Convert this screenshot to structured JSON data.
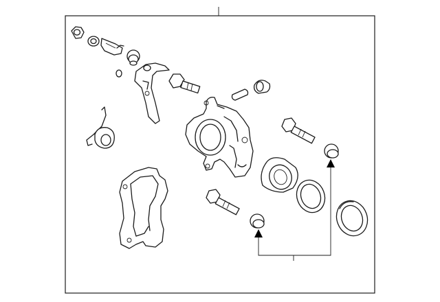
{
  "diagram": {
    "parts": [
      {
        "name": "caliper-bleeder-cap"
      },
      {
        "name": "caliper-bleeder-screw"
      },
      {
        "name": "pad-wear-indicator-spring"
      },
      {
        "name": "slide-pin-boot"
      },
      {
        "name": "small-clip-ring"
      },
      {
        "name": "pad-support-plate"
      },
      {
        "name": "caliper-guide-bolt-upper"
      },
      {
        "name": "guide-pin"
      },
      {
        "name": "guide-pin-boot"
      },
      {
        "name": "anti-rattle-clip"
      },
      {
        "name": "brake-caliper-housing"
      },
      {
        "name": "caliper-mounting-bracket"
      },
      {
        "name": "caliper-bolt-right"
      },
      {
        "name": "caliper-bolt-lower"
      },
      {
        "name": "piston"
      },
      {
        "name": "piston-seal"
      },
      {
        "name": "dust-boot"
      },
      {
        "name": "boot-lower"
      },
      {
        "name": "boot-right"
      }
    ]
  }
}
